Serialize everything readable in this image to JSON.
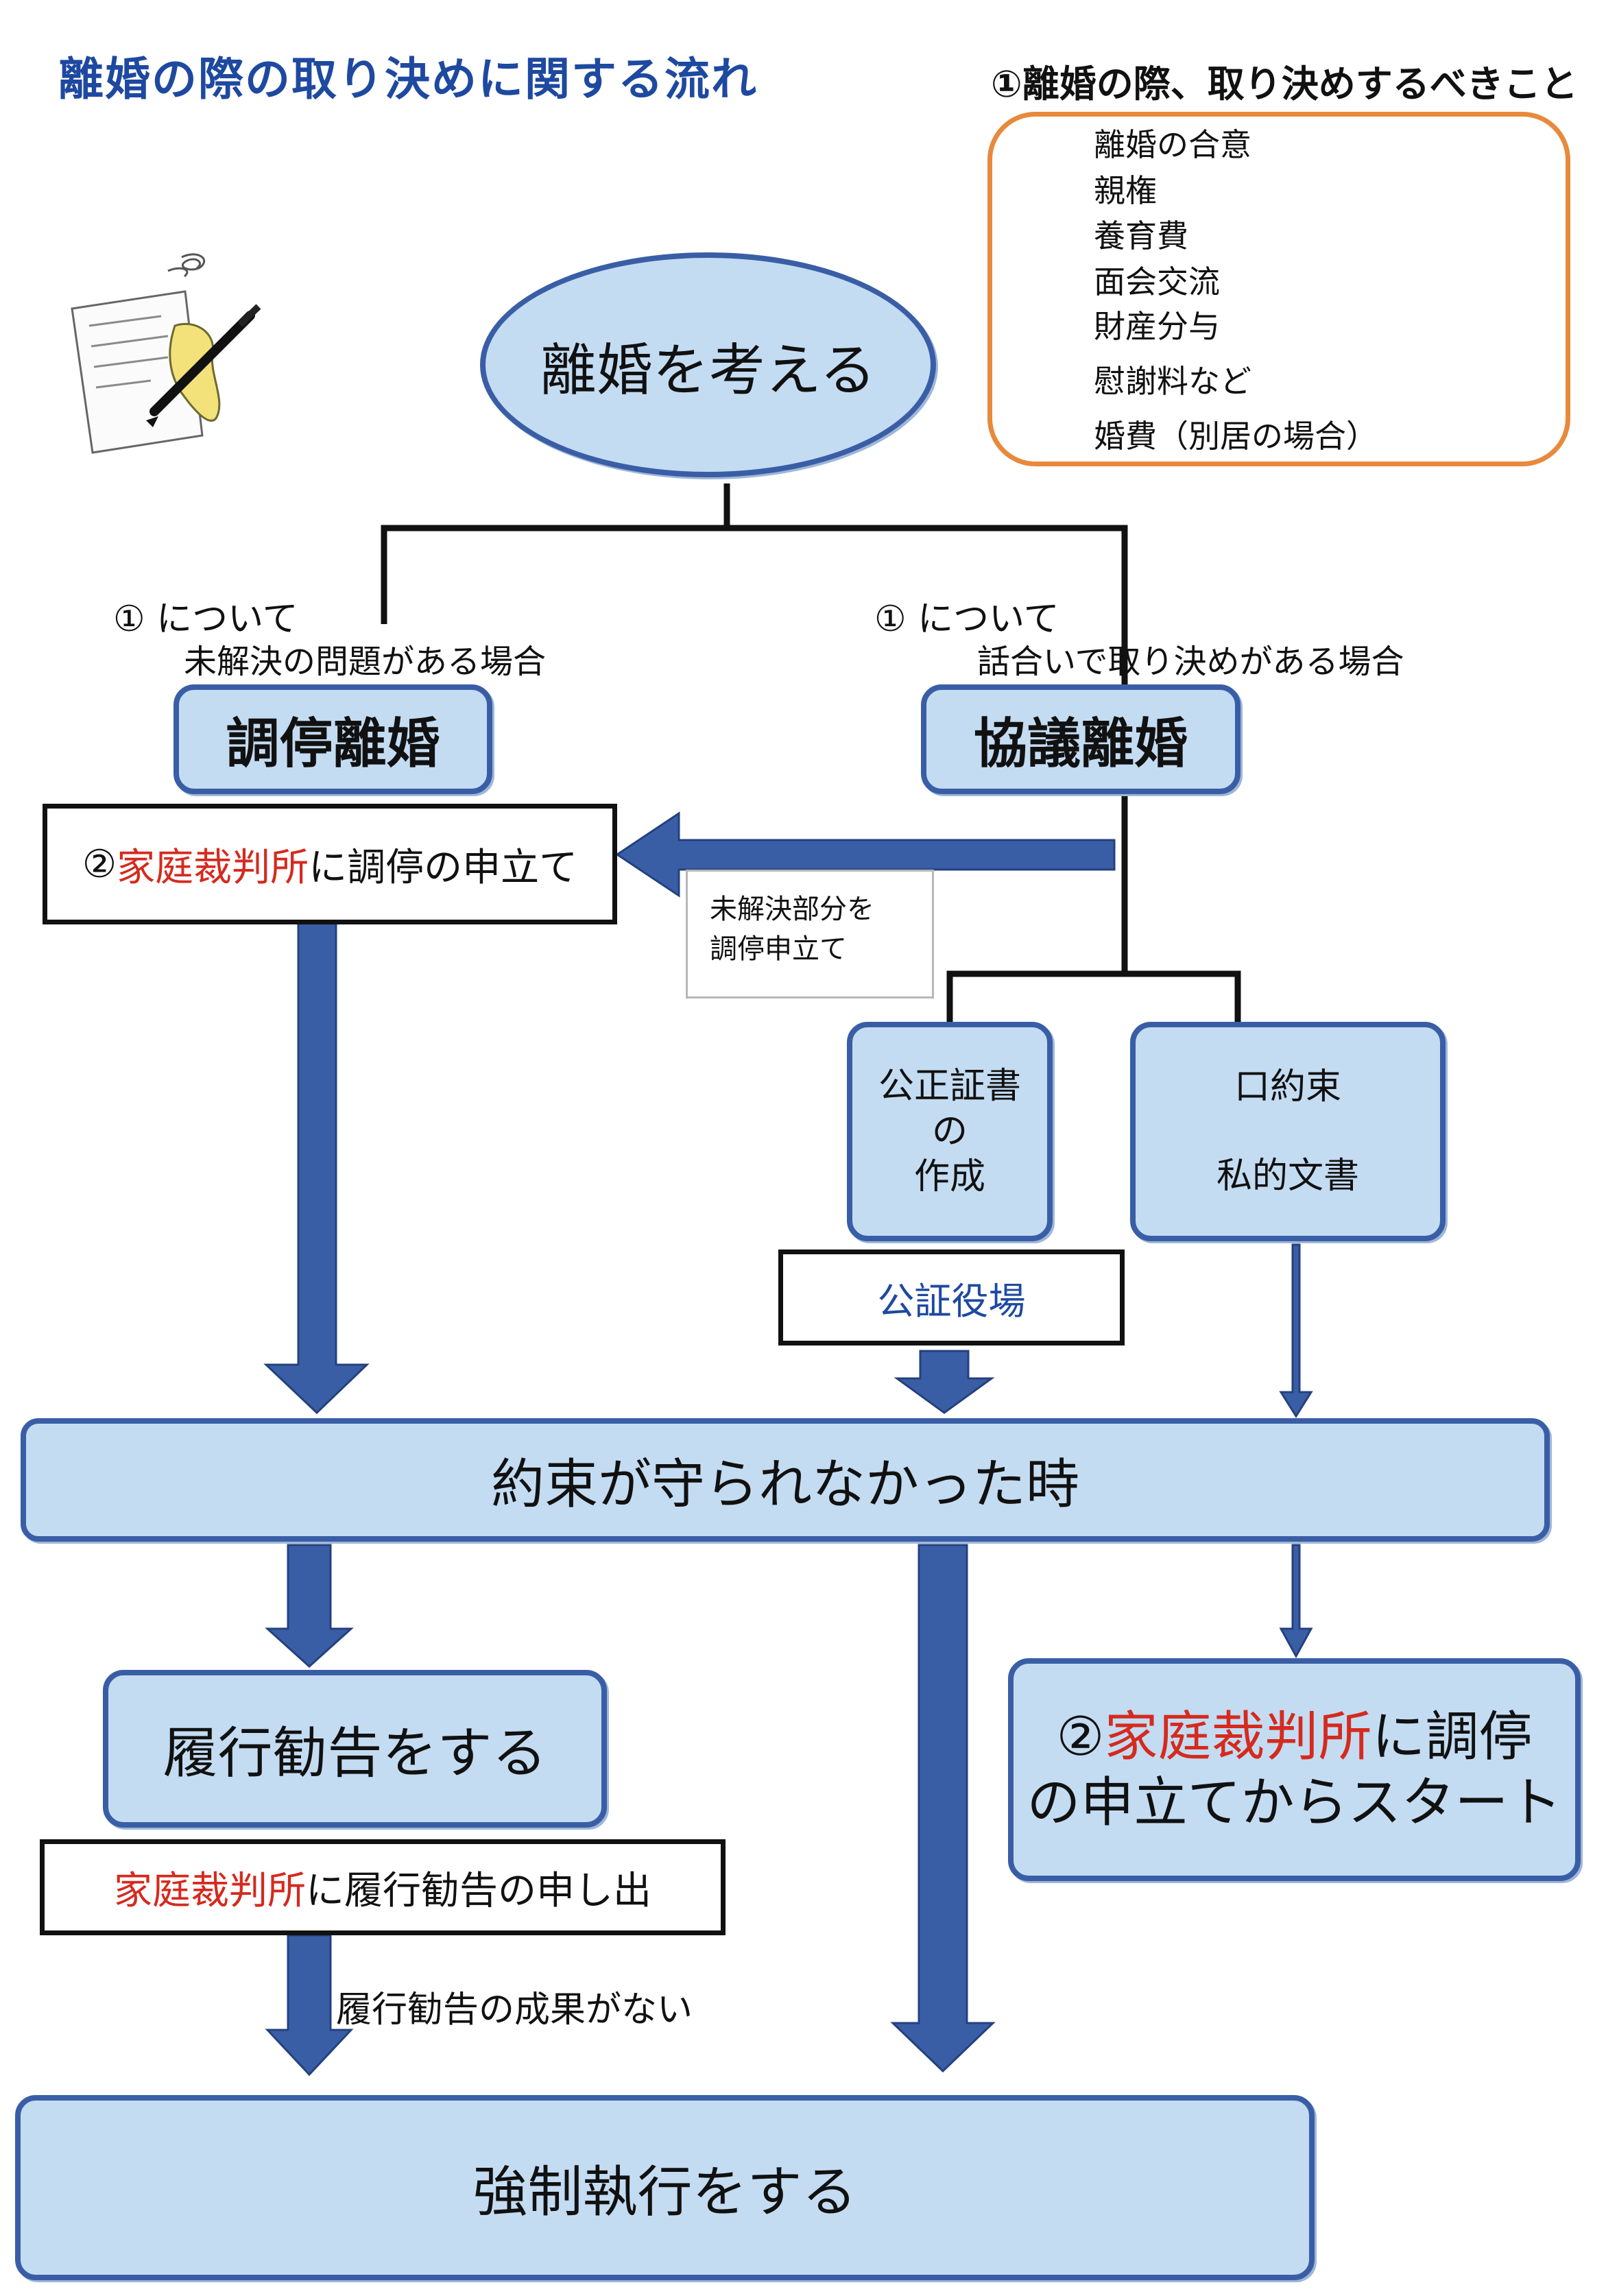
{
  "title": "離婚の際の取り決めに関する流れ",
  "checklist": {
    "heading": "①離婚の際、取り決めするべきこと",
    "items": [
      "離婚の合意",
      "親権",
      "養育費",
      "面会交流",
      "財産分与",
      "慰謝料など",
      "婚費（別居の場合）"
    ]
  },
  "start": "離婚を考える",
  "branches": {
    "left": {
      "line1": "①  について",
      "line2": "未解決の問題がある場合",
      "box": "調停離婚"
    },
    "right": {
      "line1": "①  について",
      "line2": "話合いで取り決めがある場合",
      "box": "協議離婚"
    }
  },
  "mediation": {
    "prefix": "②",
    "court": "家庭裁判所",
    "suffix": "に調停の申立て"
  },
  "note": {
    "line1": "未解決部分を",
    "line2": "調停申立て"
  },
  "notarized": {
    "line1": "公正証書",
    "line2": "の",
    "line3": "作成"
  },
  "verbal": {
    "line1": "口約束",
    "line2": "私的文書"
  },
  "notary_office": "公証役場",
  "broken": "約束が守られなかった時",
  "recommend": "履行勧告をする",
  "recommend_request": {
    "court": "家庭裁判所",
    "suffix": "に履行勧告の申し出"
  },
  "no_result": "履行勧告の成果がない",
  "court_start": {
    "prefix": "②",
    "court": "家庭裁判所",
    "line1_suffix": "に調停",
    "line2": "の申立てからスタート"
  },
  "enforce": "強制執行をする",
  "colors": {
    "title_blue": "#1e49a0",
    "box_fill": "#c4dcf2",
    "box_border": "#3a5ea6",
    "arrow": "#3a5ea6",
    "court_red": "#d52a1e",
    "checklist_border": "#e8893c"
  }
}
